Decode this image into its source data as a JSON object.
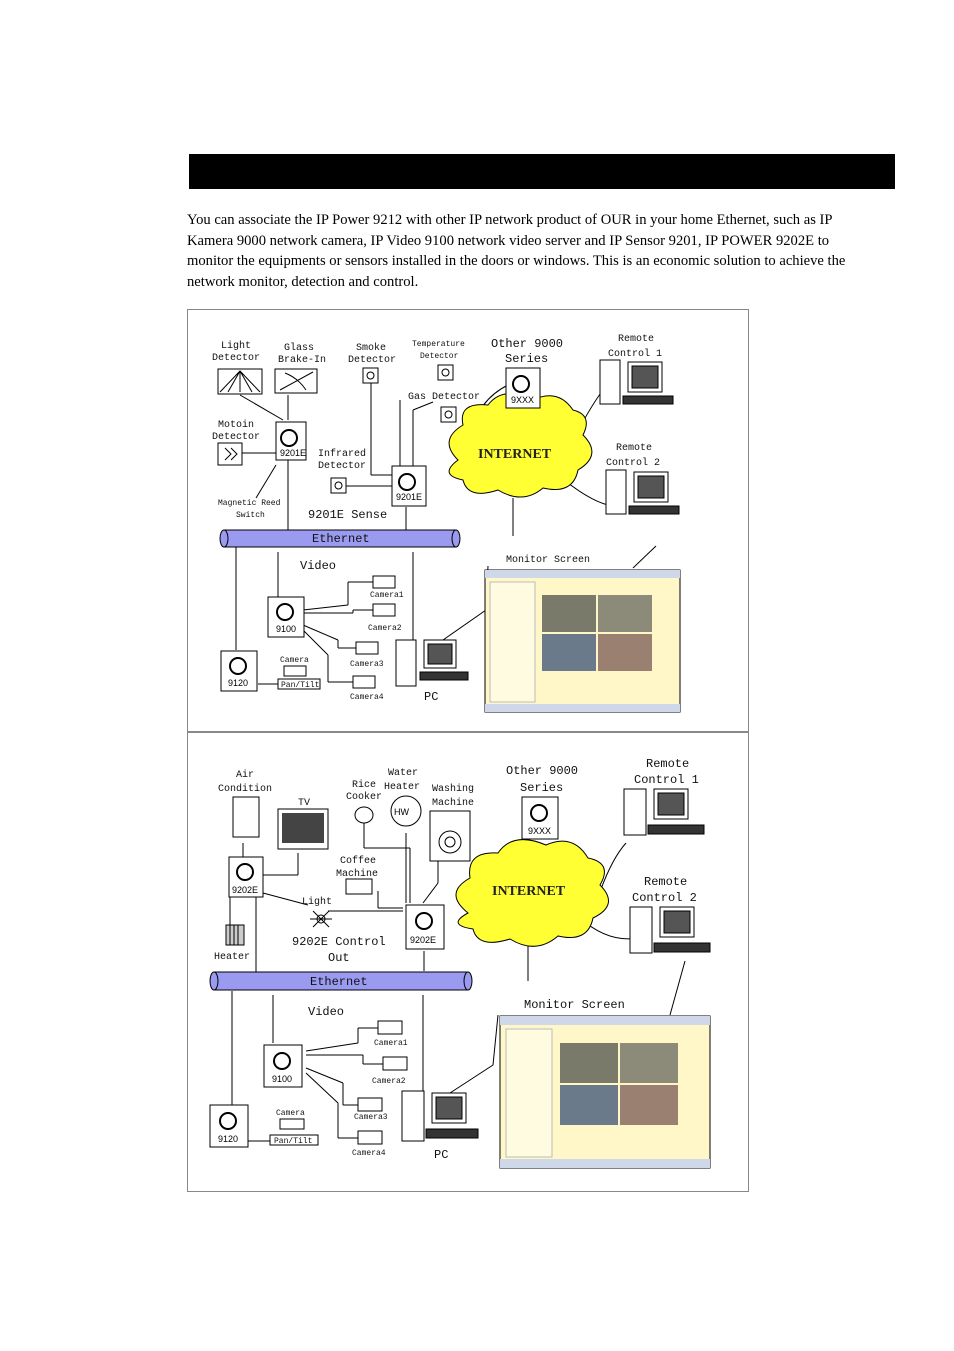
{
  "intro_text": "You can associate the IP Power 9212 with other IP network product of OUR in your home Ethernet, such as IP Kamera 9000 network camera, IP Video 9100 network video server and IP Sensor 9201, IP POWER 9202E to monitor the equipments or sensors installed in the doors or windows. This is an economic solution to achieve the network monitor, detection and control.",
  "diagram_sense": {
    "light_detector": [
      "Light",
      "Detector"
    ],
    "glass_break": [
      "Glass",
      "Brake-In"
    ],
    "smoke_detector": [
      "Smoke",
      "Detector"
    ],
    "temperature_detector": [
      "Temperature",
      "Detector"
    ],
    "other_series": [
      "Other 9000",
      "Series"
    ],
    "other_device": "9XXX",
    "remote_control_1": [
      "Remote",
      "Control 1"
    ],
    "remote_control_2": [
      "Remote",
      "Control 2"
    ],
    "gas_detector": "Gas Detector",
    "motion_detector": [
      "Motoin",
      "Detector"
    ],
    "device_9201e_a": "9201E",
    "infrared_detector": [
      "Infrared",
      "Detector"
    ],
    "device_9201e_b": "9201E",
    "internet": "INTERNET",
    "magnetic_switch": [
      "Magnetic Reed",
      "Switch"
    ],
    "section_label": "9201E Sense",
    "ethernet": "Ethernet",
    "monitor_screen": "Monitor Screen",
    "video": "Video",
    "camera1": "Camera1",
    "camera2": "Camera2",
    "camera3": "Camera3",
    "camera4": "Camera4",
    "camera": "Camera",
    "device_9100": "9100",
    "device_9120": "9120",
    "pan_tilt": "Pan/Tilt",
    "pc": "PC"
  },
  "diagram_control": {
    "air_condition": [
      "Air",
      "Condition"
    ],
    "tv": "TV",
    "rice_cooker": [
      "Rice",
      "Cooker"
    ],
    "water_heater": [
      "Water",
      "Heater"
    ],
    "hw": "HW",
    "washing_machine": [
      "Washing",
      "Machine"
    ],
    "other_series": [
      "Other 9000",
      "Series"
    ],
    "other_device": "9XXX",
    "remote_control_1": [
      "Remote",
      "Control 1"
    ],
    "remote_control_2": [
      "Remote",
      "Control 2"
    ],
    "coffee_machine": [
      "Coffee",
      "Machine"
    ],
    "device_9202e_a": "9202E",
    "light": "Light",
    "device_9202e_b": "9202E",
    "internet": "INTERNET",
    "heater": "Heater",
    "section_label": [
      "9202E Control",
      "Out"
    ],
    "ethernet": "Ethernet",
    "monitor_screen": "Monitor Screen",
    "video": "Video",
    "camera1": "Camera1",
    "camera2": "Camera2",
    "camera3": "Camera3",
    "camera4": "Camera4",
    "camera": "Camera",
    "device_9100": "9100",
    "device_9120": "9120",
    "pan_tilt": "Pan/Tilt",
    "pc": "PC"
  },
  "colors": {
    "ethernet": "#9a9af0",
    "internet": "#ffff33",
    "screen_bg": "#fff7c8"
  }
}
